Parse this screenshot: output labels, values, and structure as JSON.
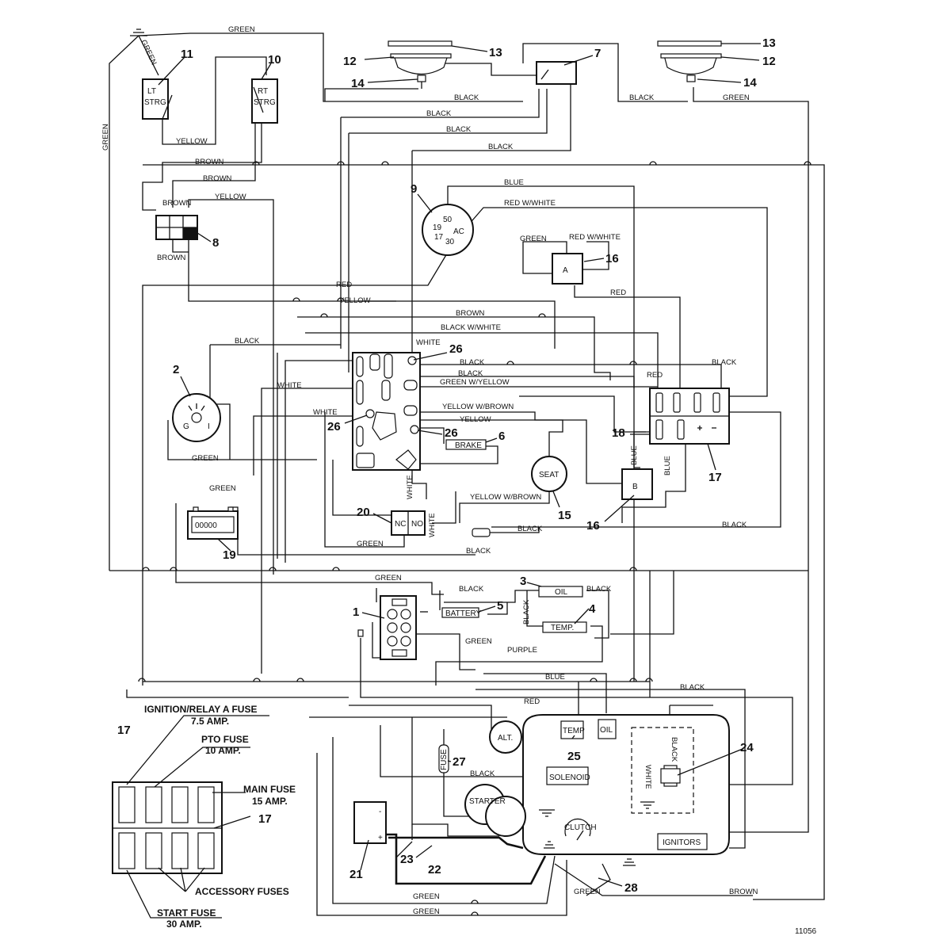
{
  "drawing_number": "11056",
  "component_numbers": {
    "n1": "1",
    "n2": "2",
    "n3": "3",
    "n4": "4",
    "n5": "5",
    "n6": "6",
    "n7": "7",
    "n8": "8",
    "n9": "9",
    "n10": "10",
    "n11": "11",
    "n12a": "12",
    "n12b": "12",
    "n13a": "13",
    "n13b": "13",
    "n14a": "14",
    "n14b": "14",
    "n15": "15",
    "n16a": "16",
    "n16b": "16",
    "n17a": "17",
    "n17b": "17",
    "n17c": "17",
    "n18": "18",
    "n19": "19",
    "n20": "20",
    "n21": "21",
    "n22": "22",
    "n23": "23",
    "n24": "24",
    "n25": "25",
    "n26a": "26",
    "n26b": "26",
    "n26c": "26",
    "n27": "27",
    "n28": "28"
  },
  "component_labels": {
    "lt_strg_1": "LT",
    "lt_strg_2": "STRG",
    "rt_strg_1": "RT",
    "rt_strg_2": "STRG",
    "brake": "BRAKE",
    "seat": "SEAT",
    "battery": "BATTERY",
    "oil_switch": "OIL",
    "temp_switch": "TEMP.",
    "relay_a": "A",
    "relay_b": "B",
    "nc": "NC",
    "no": "NO",
    "alt": "ALT.",
    "starter": "STARTER",
    "solenoid": "SOLENOID",
    "clutch": "CLUTCH",
    "ignitors": "IGNITORS",
    "temp_sender": "TEMP",
    "oil_sender": "OIL",
    "key_50": "50",
    "key_19": "19",
    "key_17": "17",
    "key_30": "30",
    "key_ac": "AC",
    "hour_meter": "00000",
    "pto_g": "G",
    "pto_i": "I",
    "fuse_27": "FUSE",
    "plus": "+",
    "minus": "-",
    "b_plus": "+",
    "b_minus": "-"
  },
  "wire_labels": {
    "w1": "GREEN",
    "w2": "GREEN",
    "w3": "GREEN",
    "w4": "YELLOW",
    "w5": "BLACK",
    "w6": "BLACK",
    "w7": "BLACK",
    "w8": "BLACK",
    "w9": "BLACK",
    "w10": "GREEN",
    "w11": "BROWN",
    "w12": "BROWN",
    "w13": "YELLOW",
    "w14": "BROWN",
    "w15": "BROWN",
    "w16": "BLUE",
    "w17": "RED W/WHITE",
    "w18": "GREEN",
    "w19": "RED W/WHITE",
    "w20": "RED",
    "w21": "YELLOW",
    "w22": "RED",
    "w23": "BROWN",
    "w24": "BLACK W/WHITE",
    "w25": "BLACK",
    "w26": "WHITE",
    "w27": "BLACK",
    "w28": "BLACK",
    "w29": "GREEN W/YELLOW",
    "w30": "WHITE",
    "w31": "YELLOW W/BROWN",
    "w32": "YELLOW",
    "w33": "WHITE",
    "w34": "GREEN",
    "w35": "RED",
    "w36": "BLACK",
    "w37": "BLUE",
    "w38": "BLUE",
    "w39": "GREEN",
    "w40": "YELLOW W/BROWN",
    "w41": "BLACK",
    "w42": "WHITE",
    "w43": "WHITE",
    "w44": "GREEN",
    "w45": "BLACK",
    "w46": "BLACK",
    "w47": "GREEN",
    "w48": "BLACK",
    "w49": "BLACK",
    "w50": "BLACK",
    "w51": "GREEN",
    "w52": "PURPLE",
    "w53": "BLUE",
    "w54": "BLACK",
    "w55": "RED",
    "w56": "BLACK",
    "w57": "BLACK",
    "w58": "WHITE",
    "w59": "GREEN",
    "w60": "GREEN",
    "w61": "GREEN",
    "w62": "BROWN"
  },
  "fuse_panel": {
    "ignition_relay": "IGNITION/RELAY A FUSE",
    "ignition_amp": "7.5 AMP.",
    "pto": "PTO FUSE",
    "pto_amp": "10 AMP.",
    "main": "MAIN FUSE",
    "main_amp": "15 AMP.",
    "accessory": "ACCESSORY FUSES",
    "start": "START FUSE",
    "start_amp": "30 AMP."
  }
}
